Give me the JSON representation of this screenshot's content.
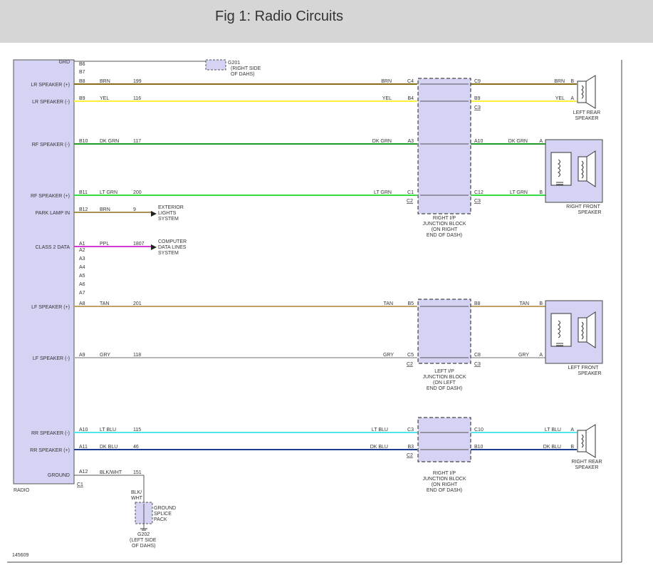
{
  "header": {
    "title": "Fig 1: Radio Circuits"
  },
  "colors": {
    "module_fill": "#d4d3f3",
    "brn": "#8b6b1a",
    "yel": "#ffee3a",
    "dk_grn": "#1f9a28",
    "lt_grn": "#33dd44",
    "ppl": "#d23ad2",
    "tan": "#c2a068",
    "gry": "#b8b8b8",
    "lt_blu": "#4fe6f0",
    "dk_blu": "#1f3f8e",
    "ground": "#555555"
  },
  "radio": {
    "label": "RADIO",
    "connector_label": "C1",
    "pins": [
      {
        "name": "GRD",
        "pin": ""
      },
      {
        "name": "",
        "pin": "B6"
      },
      {
        "name": "",
        "pin": "B7"
      },
      {
        "name": "LR SPEAKER (+)",
        "pin": "B8",
        "color": "BRN",
        "circuit": "199"
      },
      {
        "name": "LR SPEAKER (-)",
        "pin": "B9",
        "color": "YEL",
        "circuit": "116"
      },
      {
        "name": "RF SPEAKER (-)",
        "pin": "B10",
        "color": "DK GRN",
        "circuit": "117"
      },
      {
        "name": "RF SPEAKER (+)",
        "pin": "B11",
        "color": "LT GRN",
        "circuit": "200"
      },
      {
        "name": "PARK LAMP IN",
        "pin": "B12",
        "color": "BRN",
        "circuit": "9"
      },
      {
        "name": "CLASS 2 DATA",
        "pin": "A1",
        "color": "PPL",
        "circuit": "1807"
      },
      {
        "name": "",
        "pin": "A2"
      },
      {
        "name": "",
        "pin": "A3"
      },
      {
        "name": "",
        "pin": "A4"
      },
      {
        "name": "",
        "pin": "A5"
      },
      {
        "name": "",
        "pin": "A6"
      },
      {
        "name": "",
        "pin": "A7"
      },
      {
        "name": "LF SPEAKER (+)",
        "pin": "A8",
        "color": "TAN",
        "circuit": "201"
      },
      {
        "name": "LF SPEAKER (-)",
        "pin": "A9",
        "color": "GRY",
        "circuit": "118"
      },
      {
        "name": "RR SPEAKER (-)",
        "pin": "A10",
        "color": "LT BLU",
        "circuit": "115"
      },
      {
        "name": "RR SPEAKER (+)",
        "pin": "A11",
        "color": "DK BLU",
        "circuit": "46"
      },
      {
        "name": "GROUND",
        "pin": "A12",
        "color": "BLK/WHT",
        "circuit": "151"
      }
    ]
  },
  "g201": {
    "label": "G201",
    "note_line1": "(RIGHT SIDE",
    "note_line2": "OF DAHS)"
  },
  "exterior_lights": {
    "line1": "EXTERIOR",
    "line2": "LIGHTS",
    "line3": "SYSTEM"
  },
  "data_lines": {
    "line1": "COMPUTER",
    "line2": "DATA LINES",
    "line3": "SYSTEM"
  },
  "junction_blocks": [
    {
      "line1": "RIGHT I/P",
      "line2": "JUNCTION BLOCK",
      "line3": "(ON RIGHT",
      "line4": "END OF DASH)",
      "left_pins": [
        "C4",
        "B4",
        "A3",
        "C1"
      ],
      "left_sub": "C2",
      "right_pins": [
        "C9",
        "B9",
        "A10",
        "C12"
      ],
      "right_sub": "C3",
      "right_mid_sub": "C3"
    },
    {
      "line1": "LEFT I/P",
      "line2": "JUNCTION BLOCK",
      "line3": "(ON LEFT",
      "line4": "END OF DASH)",
      "left_pins": [
        "B5",
        "C5"
      ],
      "left_sub": "C2",
      "right_pins": [
        "B8",
        "C8"
      ],
      "right_sub": "C3"
    },
    {
      "line1": "RIGHT I/P",
      "line2": "JUNCTION BLOCK",
      "line3": "(ON RIGHT",
      "line4": "END OF DASH)",
      "left_pins": [
        "C3",
        "B3"
      ],
      "left_sub": "C2",
      "right_pins": [
        "C10",
        "B10"
      ]
    }
  ],
  "right_wires": [
    {
      "color": "BRN",
      "pin": "B"
    },
    {
      "color": "YEL",
      "pin": "A"
    },
    {
      "color": "DK GRN",
      "pin": "A"
    },
    {
      "color": "LT GRN",
      "pin": "B"
    },
    {
      "color": "TAN",
      "pin": "B"
    },
    {
      "color": "GRY",
      "pin": "A"
    },
    {
      "color": "LT BLU",
      "pin": "A"
    },
    {
      "color": "DK BLU",
      "pin": "B"
    }
  ],
  "speakers": {
    "left_rear": {
      "line1": "LEFT REAR",
      "line2": "SPEAKER"
    },
    "right_front": {
      "line1": "RIGHT FRONT",
      "line2": "SPEAKER"
    },
    "left_front": {
      "line1": "LEFT FRONT",
      "line2": "SPEAKER"
    },
    "right_rear": {
      "line1": "RIGHT REAR",
      "line2": "SPEAKER"
    }
  },
  "ground_splice": {
    "wire_line1": "BLK/",
    "wire_line2": "WHT",
    "label_line1": "GROUND",
    "label_line2": "SPLICE",
    "label_line3": "PACK",
    "g202": "G202",
    "note_line1": "(LEFT SIDE",
    "note_line2": "OF DAHS)"
  },
  "figure_id": "145609"
}
